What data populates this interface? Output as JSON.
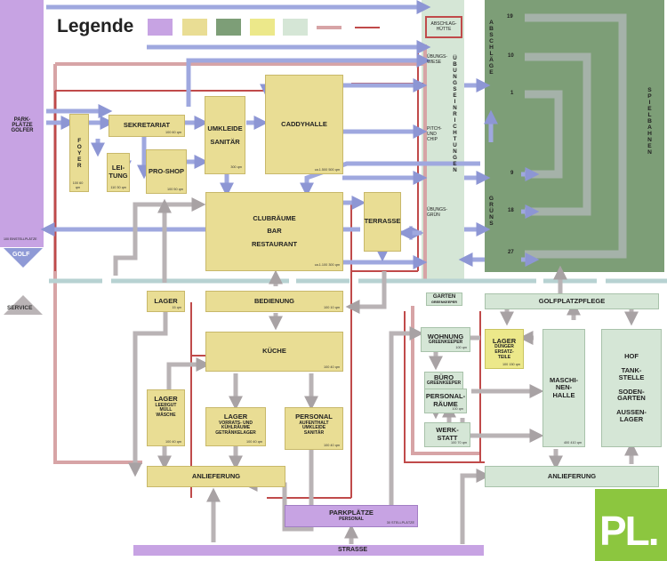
{
  "legend": {
    "title": "Legende",
    "swatches": [
      "#c7a3e3",
      "#e9dd94",
      "#7d9e77",
      "#ece88a",
      "#d5e6d6"
    ],
    "line_colors": [
      "#d7a4a6",
      "#c04a4a"
    ]
  },
  "colors": {
    "purple": "#c7a3e3",
    "club_yellow": "#e9dd94",
    "course_green": "#7d9e77",
    "light_yellow": "#ece88a",
    "light_green": "#d5e6d6",
    "arrow_blue": "#9fa8df",
    "arrow_grey": "#b9b3b5",
    "line_red": "#c04a4a",
    "line_pink": "#d7a4a6",
    "logo_green": "#8cc63f"
  },
  "left_strip": {
    "parkplaetze": "PARK-\nPLÄTZE\nGOLFER",
    "area_note": "100 EINSTELLPLÄTZE",
    "golf_tag": "GOLF",
    "service_tag": "SERVICE"
  },
  "rooms": {
    "foyer": {
      "label": "FOYER",
      "area": "100 60 qm"
    },
    "sekretariat": {
      "label": "SEKRETARIAT",
      "area": "100 60 qm"
    },
    "leitung": {
      "label": "LEI-\nTUNG",
      "area": "110 30 qm"
    },
    "proshop": {
      "label": "PRO-SHOP",
      "area": "100 50 qm"
    },
    "umkleide": {
      "label": "UMKLEIDE\nSANITÄR",
      "area": "300 qm"
    },
    "caddyhalle": {
      "label": "CADDYHALLE",
      "area": "ca.1.500 500 qm"
    },
    "clubraeume": {
      "label": "CLUBRÄUME\nBAR\nRESTAURANT",
      "area": "ca.1.100 300 qm"
    },
    "terrasse": {
      "label": "TERRASSE"
    },
    "lager_top": {
      "label": "LAGER",
      "area": "15 qm"
    },
    "bedienung": {
      "label": "BEDIENUNG",
      "area": "100 10 qm"
    },
    "kueche": {
      "label": "KÜCHE",
      "area": "100 40 qm"
    },
    "lager_leergut": {
      "label": "LAGER",
      "sub": "LEERGUT\nMÜLL\nWÄSCHE",
      "area": "100 40 qm"
    },
    "lager_vorrats": {
      "label": "LAGER",
      "sub": "VORRATS- UND\nKÜHLRÄUME\nGETRÄNKELAGER",
      "area": "100 40 qm"
    },
    "personal": {
      "label": "PERSONAL",
      "sub": "AUFENTHALT\nUMKLEIDE\nSANITÄR",
      "area": "100 40 qm"
    },
    "anlieferung_club": {
      "label": "ANLIEFERUNG"
    },
    "parkplaetze_personal": {
      "label": "PARKPLÄTZE",
      "sub": "PERSONAL",
      "area": "30 STELLPLÄTZE"
    },
    "strasse": {
      "label": "STRASSE"
    }
  },
  "practice": {
    "abschlaghuette": "ABSCHLAG-\nHÜTTE",
    "uebungswiese": "ÜBUNGS-\nWIESE",
    "pitch": "PITCH-\nUND\nCHIP",
    "uebungsgruen": "ÜBUNGS-\nGRÜN",
    "vertical_title": "ÜBUNGSEINRICHTUNGEN"
  },
  "course": {
    "abschlaege": "ABSCHLÄGE",
    "gruens": "GRÜNS",
    "spielbahnen": "SPIELBAHNEN",
    "hole_numbers": [
      "19",
      "10",
      "1",
      "9",
      "18",
      "27"
    ]
  },
  "service": {
    "garten": {
      "label": "GARTEN",
      "sub": "GREENKEEPER"
    },
    "golfplatzpflege": {
      "label": "GOLFPLATZPFLEGE"
    },
    "wohnung": {
      "label": "WOHNUNG",
      "sub": "GREENKEEPER",
      "area": "100 qm"
    },
    "buero": {
      "label": "BÜRO",
      "sub": "GREENKEEPER"
    },
    "personalraeume": {
      "label": "PERSONAL-\nRÄUME",
      "area": "100 qm"
    },
    "werkstatt": {
      "label": "WERK-\nSTATT",
      "area": "100 70 qm"
    },
    "lager_duenger": {
      "label": "LAGER",
      "sub": "DÜNGER\nERSATZ-\nTEILE",
      "area": "100 150 qm"
    },
    "maschinenhalle": {
      "label": "MASCHI-\nNEN-\nHALLE",
      "area": "400 410 qm"
    },
    "hof": {
      "label": "HOF\n\nTANK-\nSTELLE\n\nSODEN-\nGARTEN\n\nAUSSEN-\nLAGER"
    },
    "anlieferung_service": {
      "label": "ANLIEFERUNG"
    }
  },
  "logo": {
    "text": "PL."
  }
}
